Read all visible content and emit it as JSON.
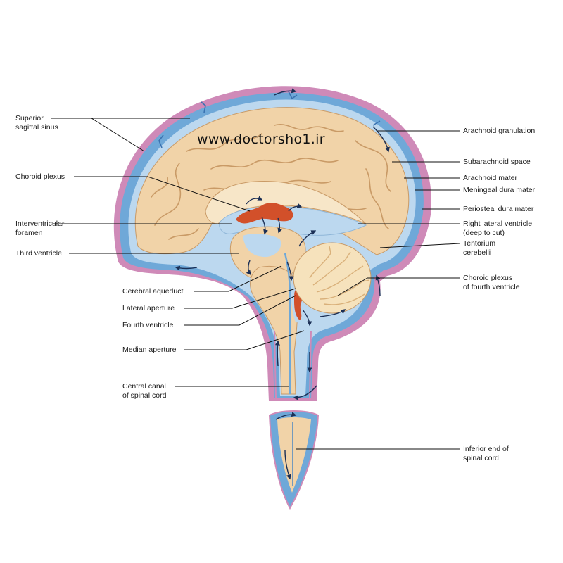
{
  "watermark": "www.doctorsho1.ir",
  "colors": {
    "brain": "#f1d3a8",
    "gyri_line": "#c99a66",
    "csf": "#6fa8d8",
    "csf_light": "#bcd8ef",
    "dura": "#cf8ab8",
    "choroid": "#d2502a",
    "cerebellum": "#f6e2bc",
    "arrow": "#1b2f55"
  },
  "labels": {
    "superior_sagittal_sinus": "Superior\nsagittal sinus",
    "choroid_plexus": "Choroid plexus",
    "interventricular_foramen": "Interventricular\nforamen",
    "third_ventricle": "Third ventricle",
    "cerebral_aqueduct": "Cerebral aqueduct",
    "lateral_aperture": "Lateral aperture",
    "fourth_ventricle": "Fourth ventricle",
    "median_aperture": "Median aperture",
    "central_canal": "Central canal\nof spinal cord",
    "arachnoid_granulation": "Arachnoid granulation",
    "subarachnoid_space": "Subarachnoid space",
    "arachnoid_mater": "Arachnoid mater",
    "meningeal_dura_mater": "Meningeal dura mater",
    "periosteal_dura_mater": "Periosteal dura mater",
    "right_lateral_ventricle": "Right lateral ventricle\n(deep to cut)",
    "tentorium_cerebelli": "Tentorium\ncerebelli",
    "choroid_plexus_fourth": "Choroid plexus\nof fourth ventricle",
    "inferior_end_spinal_cord": "Inferior end of\nspinal cord"
  }
}
